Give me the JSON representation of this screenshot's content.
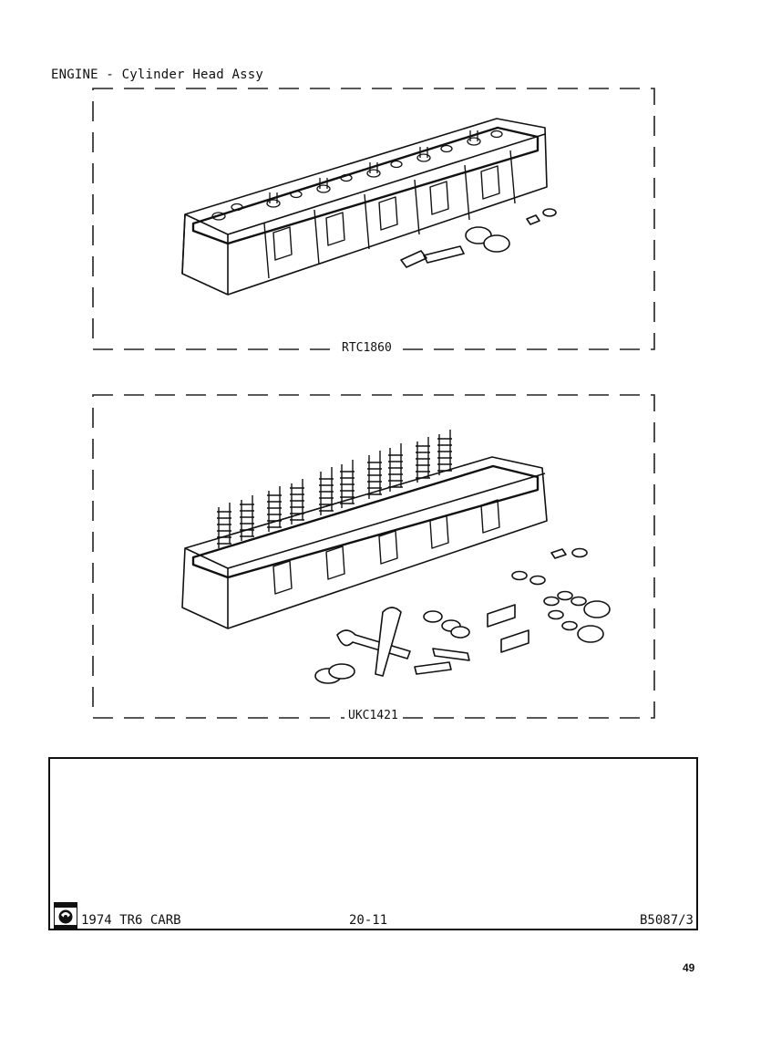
{
  "header": {
    "section_title": "ENGINE - Cylinder Head Assy"
  },
  "panels": [
    {
      "part_number": "RTC1860"
    },
    {
      "part_number": "UKC1421"
    }
  ],
  "footer": {
    "model": "1974 TR6 CARB",
    "page_code": "20-11",
    "reference": "B5087/3"
  },
  "page_number": "49"
}
